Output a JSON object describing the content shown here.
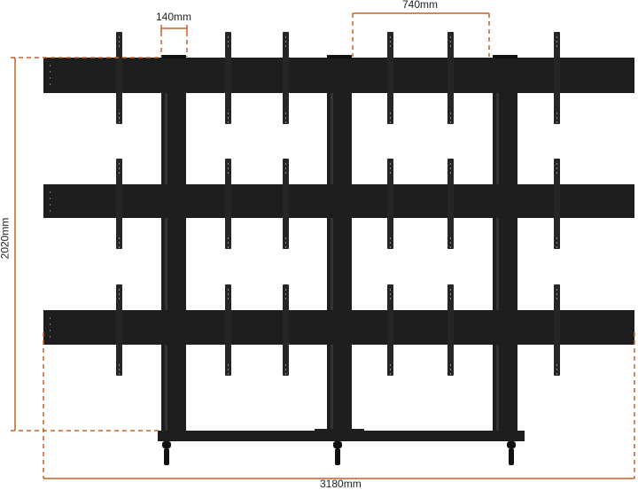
{
  "dimensions": {
    "bracket_width": "140mm",
    "bracket_spacing": "740mm",
    "height": "2020mm",
    "width": "3180mm"
  },
  "colors": {
    "frame": "#1e1e1e",
    "dimension_line": "#c8602a",
    "text": "#222222"
  }
}
